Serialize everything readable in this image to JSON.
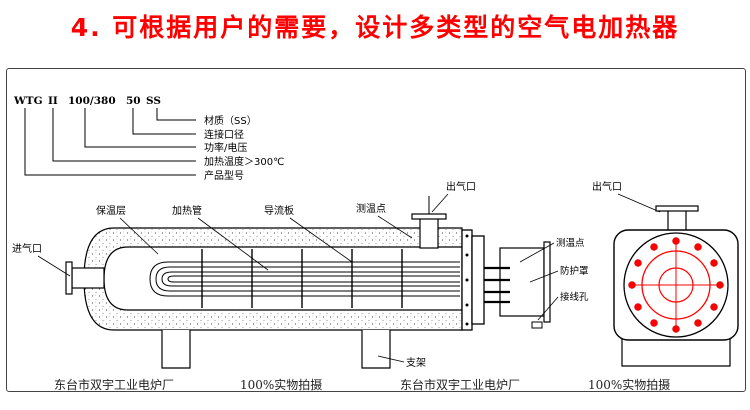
{
  "headline": "4. 可根据用户的需要，设计多类型的空气电加热器",
  "model_code": {
    "tokens": [
      "WTG",
      "II",
      "100/380",
      "50",
      "SS"
    ]
  },
  "code_legend": [
    "材质（SS）",
    "连接口径",
    "功率/电压",
    "加热温度＞300℃",
    "产品型号"
  ],
  "callouts": {
    "insulation": "保温层",
    "heating_tube": "加热管",
    "baffle": "导流板",
    "temp_point": "测温点",
    "air_outlet": "出气口",
    "air_inlet": "进气口",
    "support": "支架",
    "temp_point_box": "测温点",
    "explosion_cover": "防护罩",
    "terminal_hole": "接线孔",
    "end_air_outlet": "出气口"
  },
  "footer": {
    "company_left": "东台市双宇工业电炉厂",
    "photo_left": "100%实物拍摄",
    "company_right": "东台市双宇工业电炉厂",
    "photo_right": "100%实物拍摄"
  }
}
